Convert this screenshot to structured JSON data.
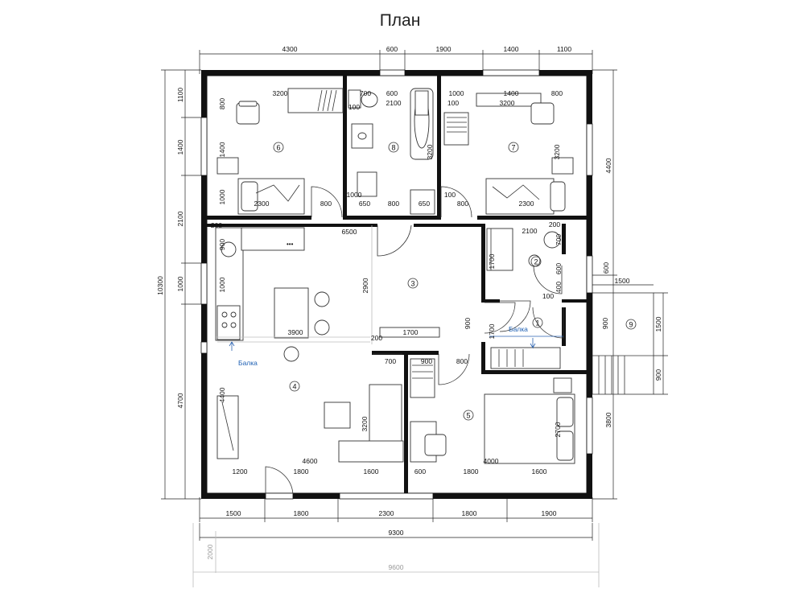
{
  "title": "План",
  "rooms": [
    "1",
    "2",
    "3",
    "4",
    "5",
    "6",
    "7",
    "8",
    "9"
  ],
  "notes": {
    "beam1": "Балка",
    "beam2": "Балка"
  },
  "dims": {
    "top": [
      "4300",
      "600",
      "1900",
      "1400",
      "1100"
    ],
    "bottom": [
      "1500",
      "1800",
      "2300",
      "1800",
      "1900"
    ],
    "total_inner": "9300",
    "total_outer": "9600",
    "porch": "2000",
    "left": [
      "1100",
      "1400",
      "2100",
      "1000",
      "4700"
    ],
    "left_total": "10300",
    "right": [
      "4400",
      "3800"
    ],
    "porch_right": [
      "1500",
      "900"
    ],
    "porch_top": "1500"
  },
  "inner": {
    "r6": [
      "3200",
      "800",
      "1400",
      "1000",
      "2300",
      "800"
    ],
    "r8": [
      "700",
      "600",
      "2100",
      "100",
      "3200",
      "1000",
      "800",
      "650",
      "650"
    ],
    "r7": [
      "1000",
      "1400",
      "800",
      "100",
      "3200",
      "3200",
      "2300",
      "100",
      "800"
    ],
    "r2": [
      "2100",
      "200",
      "700",
      "1700",
      "600",
      "400",
      "100"
    ],
    "r1": [
      "900",
      "1700",
      "900",
      "600"
    ],
    "r3": [
      "6500",
      "2900",
      "1700",
      "200",
      "700",
      "900",
      "800"
    ],
    "r4": [
      "900",
      "1000",
      "3900",
      "4400",
      "4600",
      "1200",
      "1800",
      "1600",
      "200"
    ],
    "r5": [
      "3200",
      "4000",
      "2700",
      "600",
      "1800",
      "1600"
    ],
    "hall": "3200"
  }
}
